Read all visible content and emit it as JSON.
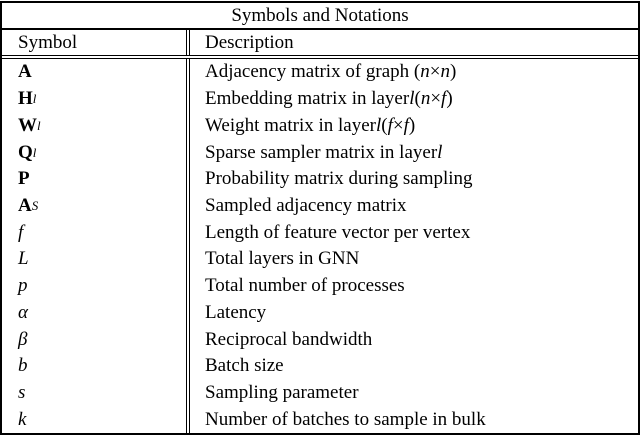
{
  "table": {
    "title": "Symbols and Notations",
    "headers": [
      "Symbol",
      "Description"
    ],
    "border_color": "#000000",
    "background_color": "#ffffff",
    "rows": [
      {
        "symbol": {
          "base": "A",
          "bold": true,
          "italic": false,
          "sup": "",
          "sub": ""
        },
        "desc": [
          [
            "Adjacency matrix of graph (",
            "r"
          ],
          [
            "n",
            "i"
          ],
          [
            " × ",
            "r"
          ],
          [
            "n",
            "i"
          ],
          [
            ")",
            "r"
          ]
        ]
      },
      {
        "symbol": {
          "base": "H",
          "bold": true,
          "italic": false,
          "sup": "l",
          "sub": ""
        },
        "desc": [
          [
            "Embedding matrix in layer ",
            "r"
          ],
          [
            "l",
            "i"
          ],
          [
            " (",
            "r"
          ],
          [
            "n",
            "i"
          ],
          [
            " × ",
            "r"
          ],
          [
            "f",
            "i"
          ],
          [
            " )",
            "r"
          ]
        ]
      },
      {
        "symbol": {
          "base": "W",
          "bold": true,
          "italic": false,
          "sup": "l",
          "sub": ""
        },
        "desc": [
          [
            "Weight matrix in layer ",
            "r"
          ],
          [
            "l",
            "i"
          ],
          [
            " (",
            "r"
          ],
          [
            "f",
            "i"
          ],
          [
            " × ",
            "r"
          ],
          [
            "f",
            "i"
          ],
          [
            " )",
            "r"
          ]
        ]
      },
      {
        "symbol": {
          "base": "Q",
          "bold": true,
          "italic": false,
          "sup": "l",
          "sub": ""
        },
        "desc": [
          [
            "Sparse sampler matrix in layer ",
            "r"
          ],
          [
            "l",
            "i"
          ]
        ]
      },
      {
        "symbol": {
          "base": "P",
          "bold": true,
          "italic": false,
          "sup": "",
          "sub": ""
        },
        "desc": [
          [
            "Probability matrix during sampling",
            "r"
          ]
        ]
      },
      {
        "symbol": {
          "base": "A",
          "bold": true,
          "italic": false,
          "sup": "",
          "sub": "S"
        },
        "desc": [
          [
            "Sampled adjacency matrix",
            "r"
          ]
        ]
      },
      {
        "symbol": {
          "base": "f",
          "bold": false,
          "italic": true,
          "sup": "",
          "sub": ""
        },
        "desc": [
          [
            "Length of feature vector per vertex",
            "r"
          ]
        ]
      },
      {
        "symbol": {
          "base": "L",
          "bold": false,
          "italic": true,
          "sup": "",
          "sub": ""
        },
        "desc": [
          [
            "Total layers in GNN",
            "r"
          ]
        ]
      },
      {
        "symbol": {
          "base": "p",
          "bold": false,
          "italic": true,
          "sup": "",
          "sub": ""
        },
        "desc": [
          [
            "Total number of processes",
            "r"
          ]
        ]
      },
      {
        "symbol": {
          "base": "α",
          "bold": false,
          "italic": true,
          "sup": "",
          "sub": ""
        },
        "desc": [
          [
            "Latency",
            "r"
          ]
        ]
      },
      {
        "symbol": {
          "base": "β",
          "bold": false,
          "italic": true,
          "sup": "",
          "sub": ""
        },
        "desc": [
          [
            "Reciprocal bandwidth",
            "r"
          ]
        ]
      },
      {
        "symbol": {
          "base": "b",
          "bold": false,
          "italic": true,
          "sup": "",
          "sub": ""
        },
        "desc": [
          [
            "Batch size",
            "r"
          ]
        ]
      },
      {
        "symbol": {
          "base": "s",
          "bold": false,
          "italic": true,
          "sup": "",
          "sub": ""
        },
        "desc": [
          [
            "Sampling parameter",
            "r"
          ]
        ]
      },
      {
        "symbol": {
          "base": "k",
          "bold": false,
          "italic": true,
          "sup": "",
          "sub": ""
        },
        "desc": [
          [
            "Number of batches to sample in bulk",
            "r"
          ]
        ]
      }
    ]
  }
}
